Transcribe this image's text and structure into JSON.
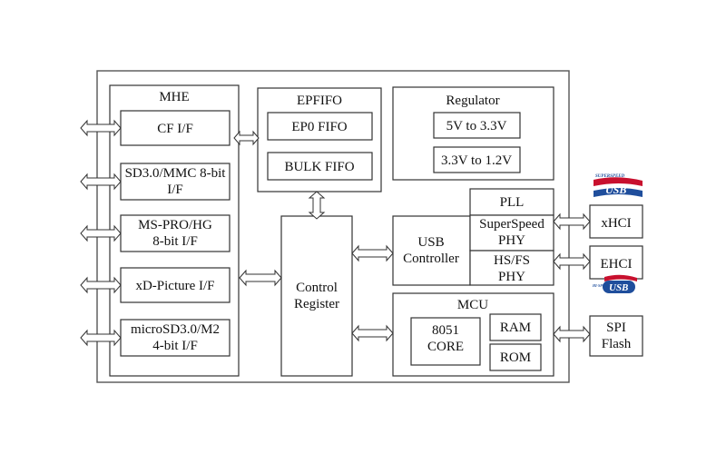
{
  "diagram": {
    "mhe": {
      "title": "MHE",
      "items": [
        "CF I/F",
        "SD3.0/MMC 8-bit I/F",
        "MS-PRO/HG 8-bit I/F",
        "xD-Picture I/F",
        "microSD3.0/M2 4-bit I/F"
      ]
    },
    "epfifo": {
      "title": "EPFIFO",
      "items": [
        "EP0 FIFO",
        "BULK FIFO"
      ]
    },
    "regulator": {
      "title": "Regulator",
      "items": [
        "5V to 3.3V",
        "3.3V to 1.2V"
      ]
    },
    "control_register": "Control Register",
    "usb_controller": "USB Controller",
    "pll": "PLL",
    "superspeed_phy": "SuperSpeed PHY",
    "hsfs_phy": "HS/FS PHY",
    "mcu": {
      "title": "MCU",
      "core": "8051 CORE",
      "ram": "RAM",
      "rom": "ROM"
    },
    "external": {
      "xhci": "xHCI",
      "ehci": "EHCI",
      "spi_flash": "SPI Flash"
    },
    "logos": {
      "superspeed_usb": "SUPERSPEED USB",
      "hispeed_usb": "HI-SPEED USB"
    },
    "colors": {
      "usb_red": "#c8102e",
      "usb_blue": "#1f4e9c",
      "stroke": "#333333"
    }
  }
}
